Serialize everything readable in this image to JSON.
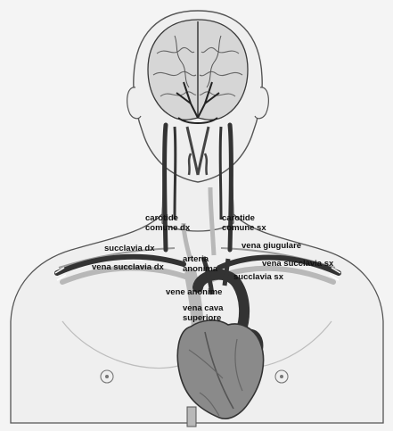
{
  "labels": {
    "carotide_comune_dx": "carotide comune dx",
    "carotide_comune_sx": "carotide comune sx",
    "succlavia_dx": "succlavia dx",
    "vena_succlavia_dx": "vena succlavia dx",
    "arteria_anonima": "arteria anonima",
    "vena_giugulare": "vena giugulare",
    "vena_succlavia_sx": "vena succlavia sx",
    "succlavia_sx": "succlavia sx",
    "vene_anonime": "vene anonime",
    "vena_cava_superiore": "vena cava superiore"
  },
  "colors": {
    "skin": "#efefef",
    "outline": "#555555",
    "brain": "#cfcfcf",
    "artery": "#333333",
    "vein": "#b8b8b8",
    "heart": "#8a8a8a"
  }
}
